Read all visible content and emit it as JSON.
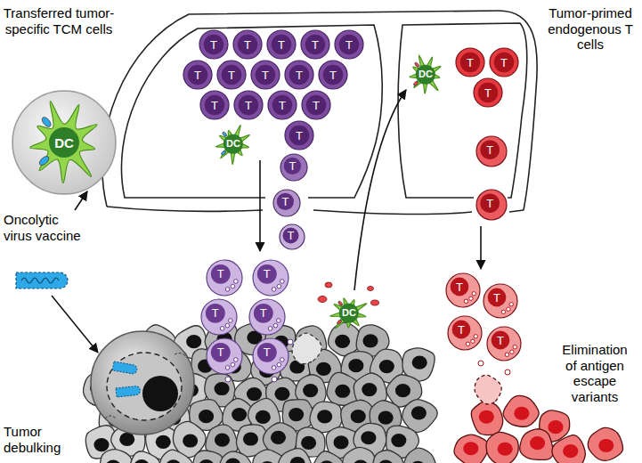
{
  "diagram": {
    "nodes": [
      {
        "text": [
          "DC"
        ]
      },
      {
        "text": [
          "T"
        ]
      },
      {
        "text": [
          "T"
        ]
      },
      {
        "text": [
          "T"
        ]
      },
      {
        "text": [
          "T"
        ]
      },
      {
        "text": [
          "T"
        ]
      },
      {
        "text": [
          "T"
        ]
      },
      {
        "text": [
          "T"
        ]
      },
      {
        "text": [
          "T"
        ]
      },
      {
        "text": [
          "T"
        ]
      },
      {
        "text": [
          "T"
        ]
      },
      {
        "text": [
          "T"
        ]
      },
      {
        "text": [
          "T"
        ]
      },
      {
        "text": [
          "T"
        ]
      },
      {
        "text": [
          "T"
        ]
      },
      {
        "text": [
          "T"
        ]
      },
      {
        "text": [
          "DC"
        ]
      },
      {
        "text": [
          "T"
        ]
      },
      {
        "text": [
          "T"
        ]
      },
      {
        "text": [
          "T"
        ]
      },
      {
        "text": [
          "DC"
        ]
      },
      {
        "text": [
          "T"
        ]
      },
      {
        "text": [
          "T"
        ]
      },
      {
        "text": [
          "T"
        ]
      },
      {
        "text": [
          "T"
        ]
      },
      {
        "text": [
          "T"
        ]
      },
      {
        "text": [
          "T"
        ]
      },
      {
        "text": [
          "T"
        ]
      },
      {
        "text": [
          "T"
        ]
      },
      {
        "text": [
          "T"
        ]
      },
      {
        "text": [
          "T"
        ]
      },
      {
        "text": [
          "T"
        ]
      },
      {
        "text": [
          "DC"
        ]
      },
      {
        "text": [
          "T"
        ]
      },
      {
        "text": [
          "T"
        ]
      },
      {
        "text": [
          "T"
        ]
      },
      {
        "text": [
          "T"
        ]
      }
    ],
    "labels": [
      "Transferred tumor-specific TCM cells",
      "Oncolytic virus vaccine",
      "Tumor debulking",
      "Tumor-primed endogenous T cells",
      "Elimination of antigen escape variants"
    ]
  }
}
